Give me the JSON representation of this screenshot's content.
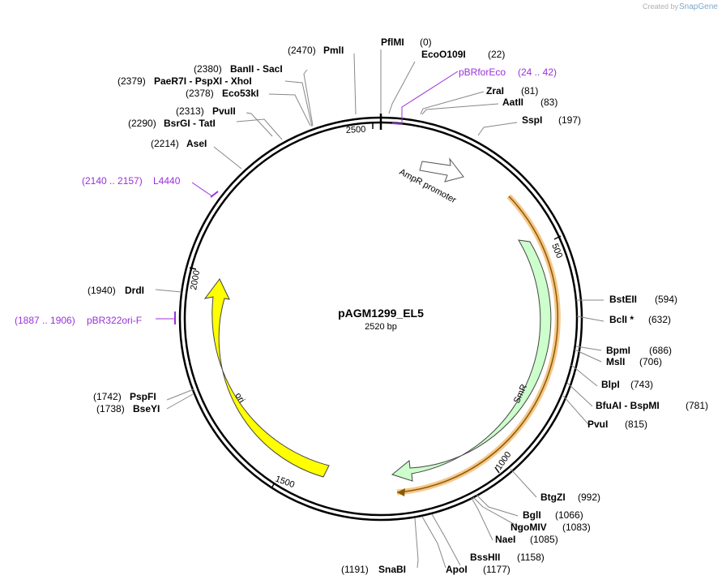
{
  "watermark": {
    "text": "Created by",
    "brand": "SnapGene"
  },
  "plasmid": {
    "name": "pAGM1299_EL5",
    "length_label": "2520 bp"
  },
  "scale_ticks": [
    "500",
    "1000",
    "1500",
    "2000",
    "2500"
  ],
  "sites": [
    {
      "name": "PflMI",
      "pos": "(0)"
    },
    {
      "name": "EcoO109I",
      "pos": "(22)"
    },
    {
      "name": "ZraI",
      "pos": "(81)"
    },
    {
      "name": "AatII",
      "pos": "(83)"
    },
    {
      "name": "SspI",
      "pos": "(197)"
    },
    {
      "name": "BstEII",
      "pos": "(594)"
    },
    {
      "name": "BclI *",
      "pos": "(632)"
    },
    {
      "name": "BpmI",
      "pos": "(686)"
    },
    {
      "name": "MslI",
      "pos": "(706)"
    },
    {
      "name": "BlpI",
      "pos": "(743)"
    },
    {
      "name": "BfuAI - BspMI",
      "pos": "(781)"
    },
    {
      "name": "PvuI",
      "pos": "(815)"
    },
    {
      "name": "BtgZI",
      "pos": "(992)"
    },
    {
      "name": "BglI",
      "pos": "(1066)"
    },
    {
      "name": "NgoMIV",
      "pos": "(1083)"
    },
    {
      "name": "NaeI",
      "pos": "(1085)"
    },
    {
      "name": "BssHII",
      "pos": "(1158)"
    },
    {
      "name": "ApoI",
      "pos": "(1177)"
    },
    {
      "name": "SnaBI",
      "pos": "(1191)"
    },
    {
      "name": "PspFI",
      "pos": "(1742)"
    },
    {
      "name": "BseYI",
      "pos": "(1738)"
    },
    {
      "name": "DrdI",
      "pos": "(1940)"
    },
    {
      "name": "AseI",
      "pos": "(2214)"
    },
    {
      "name": "BsrGI - TatI",
      "pos": "(2290)"
    },
    {
      "name": "PvuII",
      "pos": "(2313)"
    },
    {
      "name": "Eco53kI",
      "pos": "(2378)"
    },
    {
      "name": "PaeR7I - PspXI - XhoI",
      "pos": "(2379)"
    },
    {
      "name": "BanII - SacI",
      "pos": "(2380)"
    },
    {
      "name": "PmlI",
      "pos": "(2470)"
    }
  ],
  "primers": [
    {
      "name": "pBRforEco",
      "range": "(24 .. 42)"
    },
    {
      "name": "L4440",
      "range": "(2140 .. 2157)"
    },
    {
      "name": "pBR322ori-F",
      "range": "(1887 .. 1906)"
    }
  ],
  "features": [
    {
      "name": "AmpR promoter",
      "color": "#ffffff"
    },
    {
      "name": "SmR",
      "color": "#ccffcc"
    },
    {
      "name": "ori",
      "color": "#ffff00"
    }
  ],
  "colors": {
    "primer": "#9b30d9",
    "orf_highlight": "#f5c78a",
    "orf_line": "#8a5a00"
  }
}
